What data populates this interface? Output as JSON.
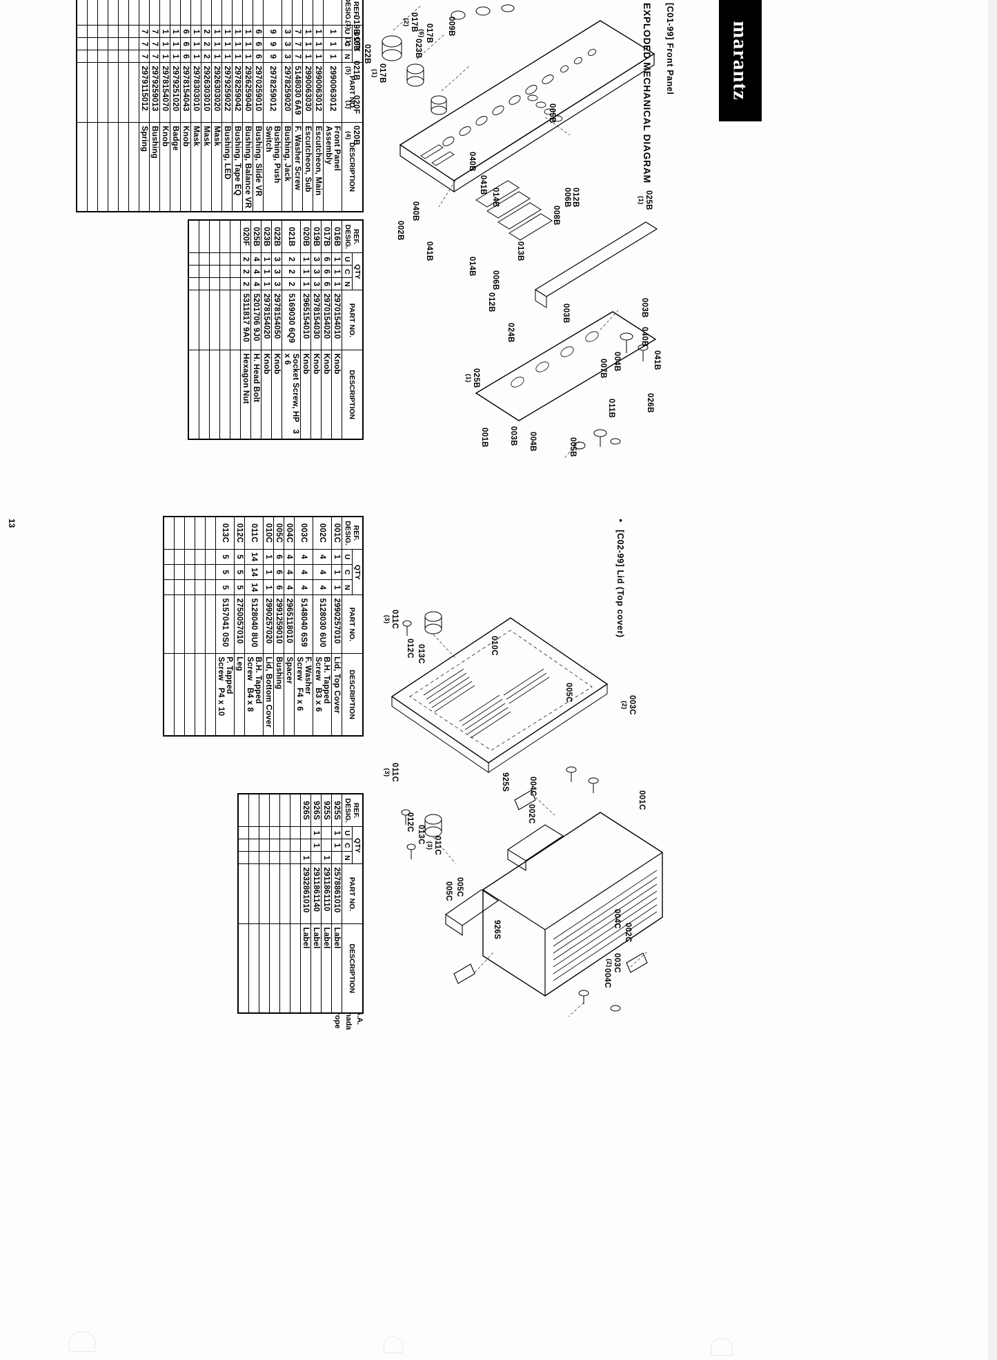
{
  "document": {
    "page_number": "13",
    "brand": "marantz",
    "headings": [
      {
        "id": "exploded",
        "text": "EXPLODED MECHANICAL DIAGRAM"
      },
      {
        "id": "front_panel",
        "text": "[C01-99] Front Panel"
      },
      {
        "id": "lid",
        "text": "[C02-99] Lid (Top cover)"
      }
    ],
    "legend": {
      "items": [
        "(U): for U.S.A.",
        "(C): for Canada",
        "(N): for Europe"
      ]
    }
  },
  "tables": [
    {
      "id": "front-panel-main",
      "columns": {
        "ref": "REF. DESIG.",
        "qty": "QTY",
        "qty_sub": [
          "U",
          "C",
          "N"
        ],
        "part": "PART NO.",
        "desc": "DESCRIPTION"
      },
      "rows": [
        {
          "ref": "",
          "u": "1",
          "c": "1",
          "n": "1",
          "part": "2990063012",
          "desc": "Front Panel Assembly",
          "spec": ""
        },
        {
          "ref": "",
          "u": "1",
          "c": "1",
          "n": "1",
          "part": "2990063012",
          "desc": "Escutcheon, Main",
          "spec": ""
        },
        {
          "ref": "",
          "u": "1",
          "c": "1",
          "n": "1",
          "part": "2990063030",
          "desc": "Escutcheon, Sub",
          "spec": ""
        },
        {
          "ref": "",
          "u": "7",
          "c": "7",
          "n": "7",
          "part": "5148030 6A9",
          "desc": "F. Washer Screw",
          "spec": ""
        },
        {
          "ref": "",
          "u": "3",
          "c": "3",
          "n": "3",
          "part": "2978259020",
          "desc": "Bushing, Jack",
          "spec": ""
        },
        {
          "ref": "",
          "u": "9",
          "c": "9",
          "n": "9",
          "part": "2978259012",
          "desc": "Bushing, Push Switch",
          "spec": ""
        },
        {
          "ref": "",
          "u": "6",
          "c": "6",
          "n": "6",
          "part": "2970259010",
          "desc": "Bushing, Slide VR",
          "spec": ""
        },
        {
          "ref": "",
          "u": "1",
          "c": "1",
          "n": "1",
          "part": "2926259040",
          "desc": "Bushing, Balance VR",
          "spec": ""
        },
        {
          "ref": "",
          "u": "1",
          "c": "1",
          "n": "1",
          "part": "2978259042",
          "desc": "Bushing, Tape EQ",
          "spec": ""
        },
        {
          "ref": "",
          "u": "1",
          "c": "1",
          "n": "1",
          "part": "2979259022",
          "desc": "Bushing, LED",
          "spec": ""
        },
        {
          "ref": "",
          "u": "1",
          "c": "1",
          "n": "1",
          "part": "2926303020",
          "desc": "Mask",
          "spec": ""
        },
        {
          "ref": "",
          "u": "2",
          "c": "2",
          "n": "2",
          "part": "2926303010",
          "desc": "Mask",
          "spec": ""
        },
        {
          "ref": "",
          "u": "1",
          "c": "1",
          "n": "1",
          "part": "2978303010",
          "desc": "Mask",
          "spec": ""
        },
        {
          "ref": "",
          "u": "6",
          "c": "6",
          "n": "6",
          "part": "2978154043",
          "desc": "Knob",
          "spec": ""
        },
        {
          "ref": "",
          "u": "1",
          "c": "1",
          "n": "1",
          "part": "2979251020",
          "desc": "Badge",
          "spec": ""
        },
        {
          "ref": "",
          "u": "1",
          "c": "1",
          "n": "1",
          "part": "2978154070",
          "desc": "Knob",
          "spec": ""
        },
        {
          "ref": "",
          "u": "7",
          "c": "7",
          "n": "7",
          "part": "2979259013",
          "desc": "Bushing",
          "spec": ""
        },
        {
          "ref": "",
          "u": "7",
          "c": "7",
          "n": "7",
          "part": "2979115012",
          "desc": "Spring",
          "spec": ""
        }
      ]
    },
    {
      "id": "front-panel-knobs",
      "columns": {
        "ref": "REF. DESIG.",
        "qty": "QTY",
        "qty_sub": [
          "U",
          "C",
          "N"
        ],
        "part": "PART NO.",
        "desc": "DESCRIPTION"
      },
      "rows": [
        {
          "ref": "016B",
          "u": "1",
          "c": "1",
          "n": "1",
          "part": "2970154010",
          "desc": "Knob",
          "spec": ""
        },
        {
          "ref": "017B",
          "u": "6",
          "c": "6",
          "n": "6",
          "part": "2970154020",
          "desc": "Knob",
          "spec": ""
        },
        {
          "ref": "019B",
          "u": "3",
          "c": "3",
          "n": "3",
          "part": "2978154030",
          "desc": "Knob",
          "spec": ""
        },
        {
          "ref": "020B",
          "u": "1",
          "c": "1",
          "n": "1",
          "part": "2965154010",
          "desc": "Knob",
          "spec": ""
        },
        {
          "ref": "021B",
          "u": "2",
          "c": "2",
          "n": "2",
          "part": "5169030 6Q9",
          "desc": "Socket Screw, HP",
          "spec": "3 x 6"
        },
        {
          "ref": "022B",
          "u": "3",
          "c": "3",
          "n": "3",
          "part": "2978154050",
          "desc": "Knob",
          "spec": ""
        },
        {
          "ref": "023B",
          "u": "1",
          "c": "1",
          "n": "1",
          "part": "2978154020",
          "desc": "Knob",
          "spec": ""
        },
        {
          "ref": "025B",
          "u": "4",
          "c": "4",
          "n": "4",
          "part": "5201706 9J0",
          "desc": "H. Head Bolt",
          "spec": ""
        },
        {
          "ref": "020F",
          "u": "2",
          "c": "2",
          "n": "2",
          "part": "5311817 9A0",
          "desc": "Hexagon Nut",
          "spec": ""
        }
      ]
    },
    {
      "id": "lid-top-cover",
      "columns": {
        "ref": "REF. DESIG.",
        "qty": "QTY",
        "qty_sub": [
          "U",
          "C",
          "N"
        ],
        "part": "PART NO.",
        "desc": "DESCRIPTION"
      },
      "rows": [
        {
          "ref": "001C",
          "u": "1",
          "c": "1",
          "n": "1",
          "part": "2990257010",
          "desc": "Lid, Top Cover",
          "spec": ""
        },
        {
          "ref": "002C",
          "u": "4",
          "c": "4",
          "n": "4",
          "part": "5128030 6U0",
          "desc": "B.H. Tapped Screw",
          "spec": "B3 x 6"
        },
        {
          "ref": "003C",
          "u": "4",
          "c": "4",
          "n": "4",
          "part": "5148040 6S9",
          "desc": "F. Washer Screw",
          "spec": "F4 x 6"
        },
        {
          "ref": "004C",
          "u": "4",
          "c": "4",
          "n": "4",
          "part": "2965118010",
          "desc": "Spacer",
          "spec": ""
        },
        {
          "ref": "005C",
          "u": "6",
          "c": "6",
          "n": "6",
          "part": "2991259010",
          "desc": "Bushing",
          "spec": ""
        },
        {
          "ref": "010C",
          "u": "1",
          "c": "1",
          "n": "1",
          "part": "2990257020",
          "desc": "Lid, Bottom Cover",
          "spec": ""
        },
        {
          "ref": "011C",
          "u": "14",
          "c": "14",
          "n": "14",
          "part": "5128040 8U0",
          "desc": "B.H. Tapped Screw",
          "spec": "B4 x 8"
        },
        {
          "ref": "012C",
          "u": "5",
          "c": "5",
          "n": "5",
          "part": "2750057010",
          "desc": "Leg",
          "spec": ""
        },
        {
          "ref": "013C",
          "u": "5",
          "c": "5",
          "n": "5",
          "part": "5157041 0S0",
          "desc": "P. Tapped Screw",
          "spec": "P4 x 10"
        }
      ]
    },
    {
      "id": "labels",
      "columns": {
        "ref": "REF. DESIG.",
        "qty": "QTY",
        "qty_sub": [
          "U",
          "C",
          "N"
        ],
        "part": "PART NO.",
        "desc": "DESCRIPTION"
      },
      "rows": [
        {
          "ref": "925S",
          "u": "1",
          "c": "1",
          "n": "",
          "part": "2578861010",
          "desc": "Label",
          "spec": ""
        },
        {
          "ref": "925S",
          "u": "",
          "c": "",
          "n": "1",
          "part": "2911861110",
          "desc": "Label",
          "spec": ""
        },
        {
          "ref": "926S",
          "u": "1",
          "c": "1",
          "n": "",
          "part": "2911861140",
          "desc": "Label",
          "spec": ""
        },
        {
          "ref": "926S",
          "u": "",
          "c": "",
          "n": "1",
          "part": "2932861010",
          "desc": "Label",
          "spec": ""
        }
      ]
    }
  ],
  "diagrams": {
    "front_panel": {
      "id": "front-panel-exploded",
      "callouts": [
        {
          "ref": "019B",
          "qty": "(3)"
        },
        {
          "ref": "016B",
          "qty": "(1)"
        },
        {
          "ref": "017B",
          "qty": "(2)"
        },
        {
          "ref": "022B",
          "qty": ""
        },
        {
          "ref": "021B",
          "qty": "(5)"
        },
        {
          "ref": "023B",
          "qty": ""
        },
        {
          "ref": "017B",
          "qty": "(6)"
        },
        {
          "ref": "017B",
          "qty": "(1)"
        },
        {
          "ref": "020F",
          "qty": "(1)"
        },
        {
          "ref": "020B",
          "qty": "(4)"
        },
        {
          "ref": "009B",
          "qty": ""
        },
        {
          "ref": "005B",
          "qty": ""
        },
        {
          "ref": "040B",
          "qty": ""
        },
        {
          "ref": "041B",
          "qty": ""
        },
        {
          "ref": "014B",
          "qty": ""
        },
        {
          "ref": "040B",
          "qty": ""
        },
        {
          "ref": "002B",
          "qty": ""
        },
        {
          "ref": "041B",
          "qty": ""
        },
        {
          "ref": "014B",
          "qty": ""
        },
        {
          "ref": "006B",
          "qty": ""
        },
        {
          "ref": "012B",
          "qty": ""
        },
        {
          "ref": "013B",
          "qty": ""
        },
        {
          "ref": "008B",
          "qty": ""
        },
        {
          "ref": "006B",
          "qty": ""
        },
        {
          "ref": "012B",
          "qty": ""
        },
        {
          "ref": "024B",
          "qty": ""
        },
        {
          "ref": "025B",
          "qty": "(1)"
        },
        {
          "ref": "003B",
          "qty": ""
        },
        {
          "ref": "003B",
          "qty": ""
        },
        {
          "ref": "040B",
          "qty": ""
        },
        {
          "ref": "041B",
          "qty": ""
        },
        {
          "ref": "004B",
          "qty": ""
        },
        {
          "ref": "007B",
          "qty": ""
        },
        {
          "ref": "026B",
          "qty": ""
        },
        {
          "ref": "011B",
          "qty": ""
        },
        {
          "ref": "025B",
          "qty": "(1)"
        },
        {
          "ref": "001B",
          "qty": ""
        },
        {
          "ref": "003B",
          "qty": ""
        },
        {
          "ref": "004B",
          "qty": ""
        },
        {
          "ref": "005B",
          "qty": ""
        }
      ]
    },
    "lid": {
      "id": "lid-exploded",
      "callouts": [
        {
          "ref": "011C",
          "qty": "(3)"
        },
        {
          "ref": "012C",
          "qty": ""
        },
        {
          "ref": "013C",
          "qty": ""
        },
        {
          "ref": "010C",
          "qty": ""
        },
        {
          "ref": "005C",
          "qty": ""
        },
        {
          "ref": "003C",
          "qty": "(2)"
        },
        {
          "ref": "011C",
          "qty": "(3)"
        },
        {
          "ref": "925S",
          "qty": ""
        },
        {
          "ref": "004C",
          "qty": ""
        },
        {
          "ref": "001C",
          "qty": ""
        },
        {
          "ref": "002C",
          "qty": ""
        },
        {
          "ref": "012C",
          "qty": ""
        },
        {
          "ref": "013C",
          "qty": ""
        },
        {
          "ref": "011C",
          "qty": "(3)"
        },
        {
          "ref": "005C",
          "qty": ""
        },
        {
          "ref": "926S",
          "qty": ""
        },
        {
          "ref": "004C",
          "qty": ""
        },
        {
          "ref": "002C",
          "qty": ""
        },
        {
          "ref": "003C",
          "qty": "(2)"
        },
        {
          "ref": "004C",
          "qty": ""
        },
        {
          "ref": "005C",
          "qty": ""
        }
      ]
    }
  }
}
